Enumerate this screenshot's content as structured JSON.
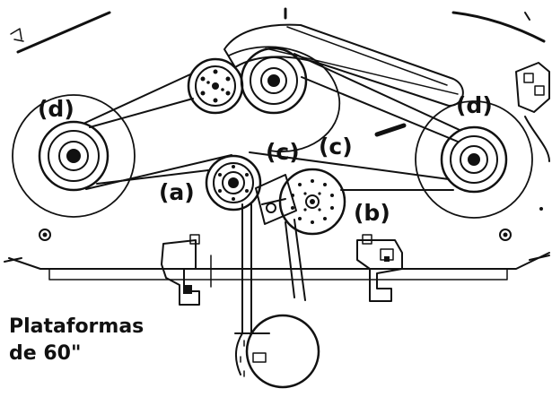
{
  "labels": {
    "a": "(a)",
    "b": "(b)",
    "c_left": "(c)",
    "c_right": "(c)",
    "d_left": "(d)",
    "d_right": "(d)"
  },
  "caption": {
    "line1": "Plataformas",
    "line2": "de 60\""
  },
  "colors": {
    "line": "#111111",
    "background": "#ffffff"
  }
}
